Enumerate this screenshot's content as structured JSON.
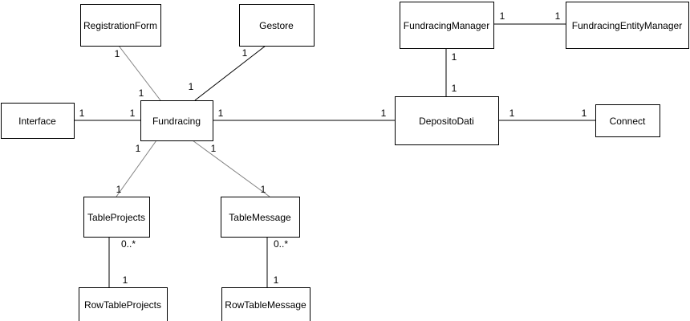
{
  "colors": {
    "box_stroke": "#000000",
    "box_fill": "#ffffff",
    "edge_dark": "#000000",
    "edge_light": "#808080",
    "text": "#000000"
  },
  "nodes": [
    {
      "id": "registration_form",
      "label": "RegistrationForm"
    },
    {
      "id": "gestore",
      "label": "Gestore"
    },
    {
      "id": "fundracing_manager",
      "label": "FundracingManager"
    },
    {
      "id": "fundracing_entity_manager",
      "label": "FundracingEntityManager"
    },
    {
      "id": "interface",
      "label": "Interface"
    },
    {
      "id": "fundracing",
      "label": "Fundracing"
    },
    {
      "id": "deposito_dati",
      "label": "DepositoDati"
    },
    {
      "id": "connect",
      "label": "Connect"
    },
    {
      "id": "table_projects",
      "label": "TableProjects"
    },
    {
      "id": "table_message",
      "label": "TableMessage"
    },
    {
      "id": "row_table_projects",
      "label": "RowTableProjects"
    },
    {
      "id": "row_table_message",
      "label": "RowTableMessage"
    }
  ],
  "edges": [
    {
      "from": "registration_form",
      "to": "fundracing",
      "from_mult": "1",
      "to_mult": "1",
      "tone": "light"
    },
    {
      "from": "gestore",
      "to": "fundracing",
      "from_mult": "1",
      "to_mult": "1",
      "tone": "dark"
    },
    {
      "from": "interface",
      "to": "fundracing",
      "from_mult": "1",
      "to_mult": "1",
      "tone": "dark"
    },
    {
      "from": "fundracing",
      "to": "deposito_dati",
      "from_mult": "1",
      "to_mult": "1",
      "tone": "dark"
    },
    {
      "from": "fundracing",
      "to": "table_projects",
      "from_mult": "1",
      "to_mult": "1",
      "tone": "light"
    },
    {
      "from": "fundracing",
      "to": "table_message",
      "from_mult": "1",
      "to_mult": "1",
      "tone": "light"
    },
    {
      "from": "table_projects",
      "to": "row_table_projects",
      "from_mult": "0..*",
      "to_mult": "1",
      "tone": "dark"
    },
    {
      "from": "table_message",
      "to": "row_table_message",
      "from_mult": "0..*",
      "to_mult": "1",
      "tone": "dark"
    },
    {
      "from": "fundracing_manager",
      "to": "fundracing_entity_manager",
      "from_mult": "1",
      "to_mult": "1",
      "tone": "dark"
    },
    {
      "from": "fundracing_manager",
      "to": "deposito_dati",
      "from_mult": "1",
      "to_mult": "1",
      "tone": "dark"
    },
    {
      "from": "deposito_dati",
      "to": "connect",
      "from_mult": "1",
      "to_mult": "1",
      "tone": "dark"
    }
  ]
}
